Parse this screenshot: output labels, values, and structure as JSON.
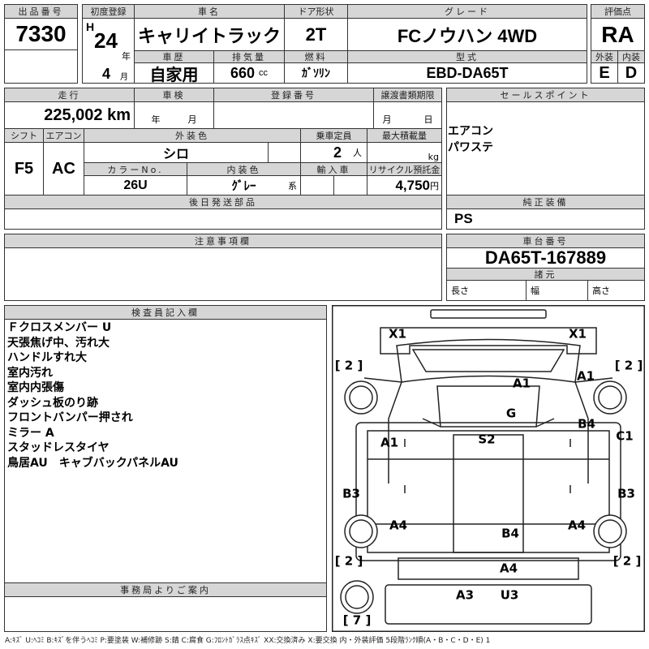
{
  "lot": {
    "label": "出品番号",
    "value": "7330"
  },
  "first_reg": {
    "label": "初度登録",
    "era": "H",
    "year": "24",
    "year_unit": "年",
    "month": "4",
    "month_unit": "月"
  },
  "car_name": {
    "label": "車名",
    "value": "キャリイトラック"
  },
  "door": {
    "label": "ドア形状",
    "value": "2T"
  },
  "grade": {
    "label": "グレード",
    "value": "FCノウハン 4WD"
  },
  "score": {
    "label": "評価点",
    "value": "RA",
    "ext_label": "外装",
    "int_label": "内装",
    "ext": "E",
    "int": "D"
  },
  "history": {
    "label": "車歴",
    "value": "自家用"
  },
  "displacement": {
    "label": "排気量",
    "value": "660",
    "unit": "cc"
  },
  "fuel": {
    "label": "燃料",
    "value": "ｶﾞｿﾘﾝ"
  },
  "model": {
    "label": "型式",
    "value": "EBD-DA65T"
  },
  "mileage": {
    "label": "走行",
    "value": "225,002 km"
  },
  "inspection": {
    "label": "車検",
    "year_unit": "年",
    "month_unit": "月"
  },
  "reg_no": {
    "label": "登録番号"
  },
  "transfer": {
    "label": "譲渡書類期限",
    "month_unit": "月",
    "day_unit": "日"
  },
  "shift": {
    "label": "シフト",
    "value": "F5"
  },
  "ac": {
    "label": "エアコン",
    "value": "AC"
  },
  "color": {
    "label": "外装色",
    "value": "シロ"
  },
  "capacity": {
    "label": "乗車定員",
    "value": "2",
    "unit": "人"
  },
  "max_load": {
    "label": "最大積載量",
    "unit": "kg"
  },
  "color_no": {
    "label": "カラーNo.",
    "value": "26U"
  },
  "interior": {
    "label": "内装色",
    "value": "ｸﾞﾚｰ",
    "suffix": "系"
  },
  "import": {
    "label": "輸入車"
  },
  "recycle": {
    "label": "リサイクル預託金",
    "value": "4,750",
    "unit": "円"
  },
  "later_parts": {
    "label": "後日発送部品"
  },
  "sales_point": {
    "label": "セールスポイント",
    "items": [
      "エアコン",
      "パワステ"
    ]
  },
  "equipment": {
    "label": "純正装備",
    "value": "PS"
  },
  "caution": {
    "label": "注意事項欄"
  },
  "chassis": {
    "label": "車台番号",
    "value": "DA65T-167889"
  },
  "specs": {
    "label": "諸元",
    "length": "長さ",
    "width": "幅",
    "height": "高さ"
  },
  "inspector": {
    "label": "検査員記入欄",
    "lines": [
      "Ｆクロスメンバー U",
      "天張焦げ中、汚れ大",
      "ハンドルすれ大",
      "室内汚れ",
      "室内内張傷",
      "ダッシュ板のり跡",
      "フロントバンパー押され",
      "ミラー A",
      "スタッドレスタイヤ",
      "鳥居AU　キャブバックパネルAU"
    ]
  },
  "office": {
    "label": "事務局よりご案内"
  },
  "diagram": {
    "marks": [
      "X1",
      "X1",
      "[ 2 ]",
      "[ 2 ]",
      "A1",
      "A1",
      "G",
      "B4",
      "A1",
      "S2",
      "C1",
      "B3",
      "B3",
      "A4",
      "A4",
      "B4",
      "[ 2 ]",
      "[ 2 ]",
      "A4",
      "A3",
      "U3",
      "[ 7 ]"
    ]
  },
  "legend": "A:ｷｽﾞ U:ﾍｺﾐ B:ｷｽﾞを伴うﾍｺﾐ P:要塗装 W:補修跡 S:錆 C:腐食 G:ﾌﾛﾝﾄｶﾞﾗｽ点ｷｽﾞ XX:交換済み X:要交換 内・外装評価 5段階ﾗﾝｸ順(A・B・C・D・E) 1",
  "colors": {
    "header": "#d6d6d6",
    "border": "#333333"
  }
}
